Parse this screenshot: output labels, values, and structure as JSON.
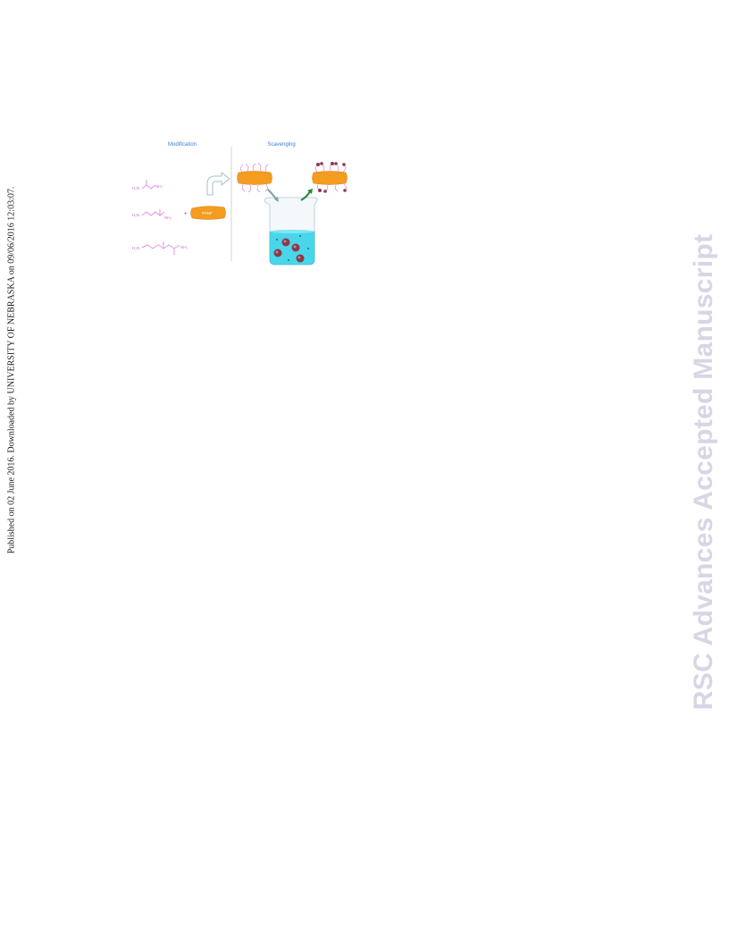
{
  "side_note": "Published on 02 June 2016. Downloaded by UNIVERSITY OF NEBRASKA on 09/06/2016 12:03:07.",
  "watermark": "RSC Advances Accepted Manuscript",
  "figure": {
    "heading_left": "Modification",
    "heading_right": "Scavenging",
    "plus_sign": "+",
    "bar_label": "PANF",
    "molecules": [
      {
        "left_group": "H₂N",
        "right_group": "NH₂"
      },
      {
        "left_group": "H₂N",
        "right_group": "NH₂"
      },
      {
        "left_group": "H₂N",
        "right_group": "NH₂"
      }
    ],
    "colors": {
      "heading": "#3a7fd0",
      "molecule": "#d36bd6",
      "fiber": "#f39c1f",
      "water": "#49d6ea",
      "particle": "#8a3a4a"
    }
  }
}
